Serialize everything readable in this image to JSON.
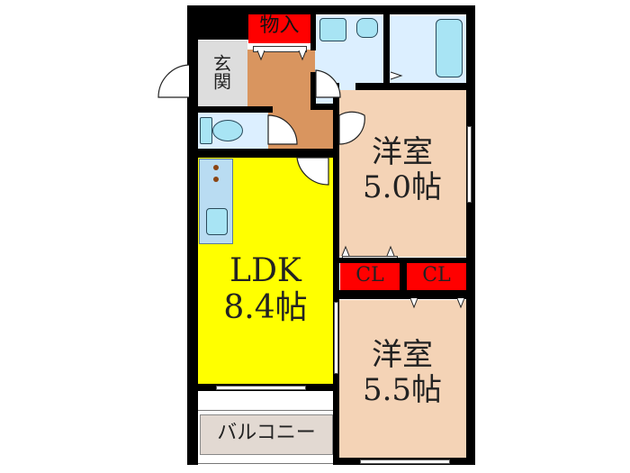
{
  "floor_plan": {
    "rooms": {
      "storage": {
        "label": "物入",
        "color": "#ff0000"
      },
      "entrance": {
        "label": "玄関",
        "color": "#dddddd"
      },
      "hallway": {
        "label": "",
        "color": "#d9955f"
      },
      "washroom": {
        "label": "",
        "color": "#dcefff"
      },
      "bathroom": {
        "label": "",
        "color": "#dcefff"
      },
      "toilet": {
        "label": "",
        "color": "#dcefff"
      },
      "ldk": {
        "label": "LDK",
        "size": "8.4帖",
        "color": "#ffff00"
      },
      "western_room_1": {
        "label": "洋室",
        "size": "5.0帖",
        "color": "#f4d3b6"
      },
      "western_room_2": {
        "label": "洋室",
        "size": "5.5帖",
        "color": "#f4d3b6"
      },
      "closet_1": {
        "label": "CL",
        "color": "#ff0000"
      },
      "closet_2": {
        "label": "CL",
        "color": "#ff0000"
      },
      "balcony": {
        "label": "バルコニー",
        "color": "#e2d9d2"
      }
    },
    "colors": {
      "wall": "#000000",
      "fixture": "#a8e4f4",
      "kitchen_counter": "#b9dcf2",
      "burner": "#8b4513"
    }
  }
}
